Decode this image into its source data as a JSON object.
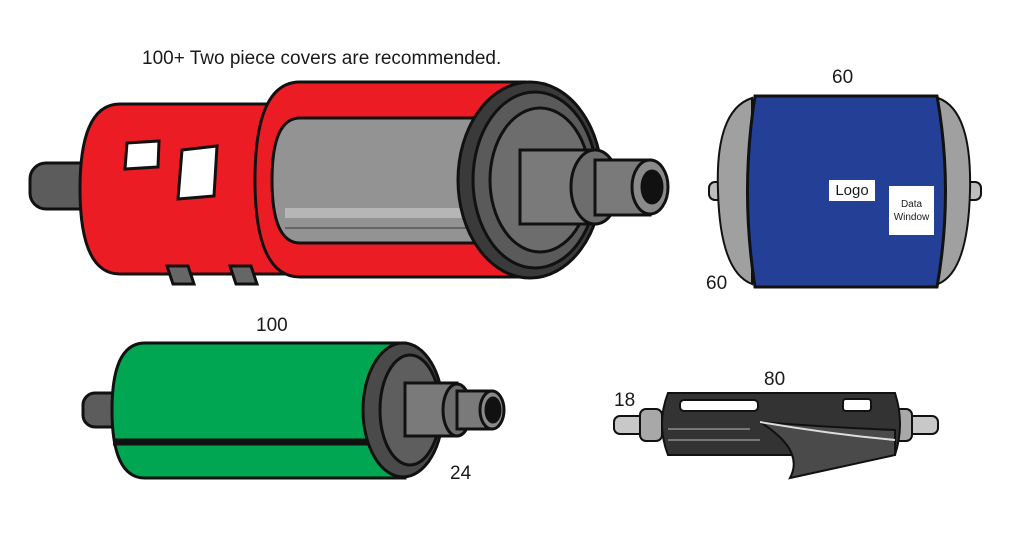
{
  "heading": "100+ Two piece covers are recommended.",
  "rollers": {
    "red": {
      "cover_color": "#ec1c24",
      "core_color": "#8c8c8c"
    },
    "blue": {
      "top_number": "60",
      "bottom_number": "60",
      "logo_label": "Logo",
      "data_window_line1": "Data",
      "data_window_line2": "Window",
      "cover_color": "#233f96"
    },
    "green": {
      "top_number": "100",
      "bottom_number": "24",
      "cover_color": "#00a651"
    },
    "black": {
      "left_number": "18",
      "top_number": "80",
      "cover_color": "#333333"
    }
  }
}
